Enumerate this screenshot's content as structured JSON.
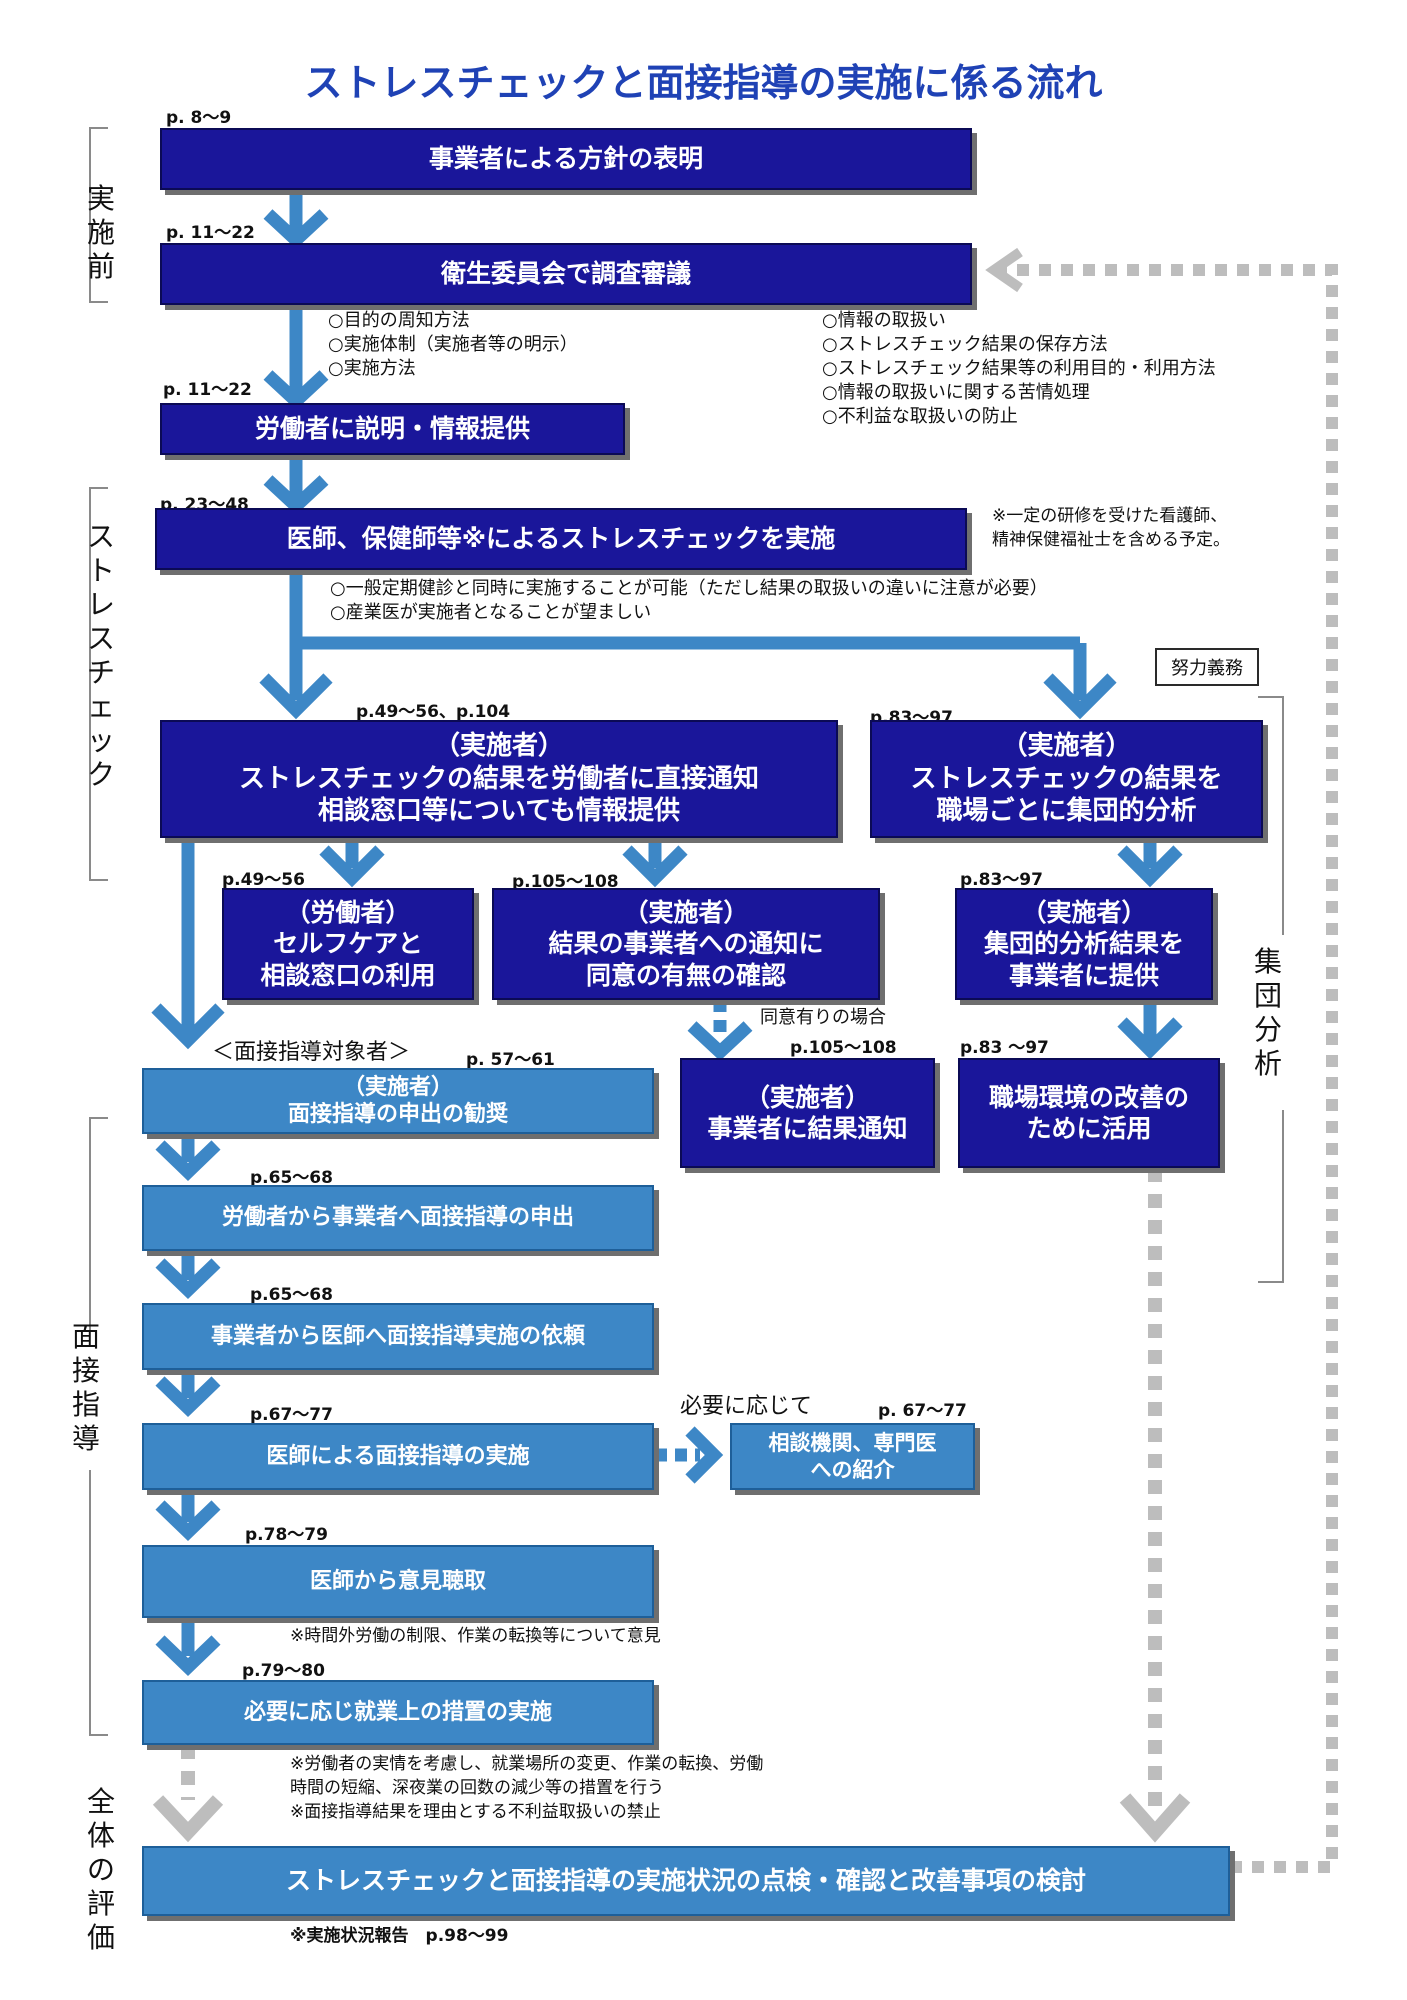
{
  "title": "ストレスチェックと面接指導の実施に係る流れ",
  "phases": {
    "pre": [
      "実",
      "施",
      "前"
    ],
    "stress_check": [
      "ス",
      "ト",
      "レ",
      "ス",
      "チ",
      "ェ",
      "ッ",
      "ク"
    ],
    "interview": [
      "面",
      "接",
      "指",
      "導"
    ],
    "evaluation": [
      "全",
      "体",
      "の",
      "評",
      "価"
    ],
    "group": [
      "集",
      "団",
      "分",
      "析"
    ]
  },
  "effort_tag": "努力義務",
  "refs": {
    "policy": "p. 8～9",
    "committee": "p. 11～22",
    "explain": "p. 11～22",
    "conduct": "p. 23～48",
    "notify": "p.49～56、p.104",
    "group": "p.83～97",
    "selfcare": "p.49～56",
    "consent": "p.105～108",
    "provide": "p.83～97",
    "interview_target": "p. 57～61",
    "employer_notify": "p.105～108",
    "workplace": "p.83 ～97",
    "request": "p.65～68",
    "commission": "p.65～68",
    "conduct_interview": "p.67～77",
    "referral": "p. 67～77",
    "opinion": "p.78～79",
    "measures": "p.79～80"
  },
  "boxes": {
    "policy": [
      "事業者による方針の表明"
    ],
    "committee": [
      "衛生委員会で調査審議"
    ],
    "explain": [
      "労働者に説明・情報提供"
    ],
    "conduct": [
      "医師、保健師等※によるストレスチェックを実施"
    ],
    "notify": [
      "（実施者）",
      "ストレスチェックの結果を労働者に直接通知",
      "相談窓口等についても情報提供"
    ],
    "group": [
      "（実施者）",
      "ストレスチェックの結果を",
      "職場ごとに集団的分析"
    ],
    "selfcare": [
      "（労働者）",
      "セルフケアと",
      "相談窓口の利用"
    ],
    "consent": [
      "（実施者）",
      "結果の事業者への通知に",
      "同意の有無の確認"
    ],
    "provide": [
      "（実施者）",
      "集団的分析結果を",
      "事業者に提供"
    ],
    "interview_target": [
      "（実施者）",
      "面接指導の申出の勧奨"
    ],
    "employer_notify": [
      "（実施者）",
      "事業者に結果通知"
    ],
    "workplace": [
      "職場環境の改善の",
      "ために活用"
    ],
    "request": [
      "労働者から事業者へ面接指導の申出"
    ],
    "commission": [
      "事業者から医師へ面接指導実施の依頼"
    ],
    "conduct_interview": [
      "医師による面接指導の実施"
    ],
    "referral": [
      "相談機関、専門医",
      "への紹介"
    ],
    "opinion": [
      "医師から意見聴取"
    ],
    "measures": [
      "必要に応じ就業上の措置の実施"
    ],
    "final": [
      "ストレスチェックと面接指導の実施状況の点検・確認と改善事項の検討"
    ]
  },
  "notes": {
    "committee_left": [
      "○目的の周知方法",
      "○実施体制（実施者等の明示）",
      "○実施方法"
    ],
    "committee_right": [
      "○情報の取扱い",
      "○ストレスチェック結果の保存方法",
      "○ストレスチェック結果等の利用目的・利用方法",
      "○情報の取扱いに関する苦情処理",
      "○不利益な取扱いの防止"
    ],
    "conduct_side": [
      "※一定の研修を受けた看護師、",
      "精神保健福祉士を含める予定。"
    ],
    "conduct_below": [
      "○一般定期健診と同時に実施することが可能（ただし結果の取扱いの違いに注意が必要）",
      "○産業医が実施者となることが望ましい"
    ],
    "interview_target_label": "＜面接指導対象者＞",
    "consent_case": "同意有りの場合",
    "as_needed": "必要に応じて",
    "opinion_note": "※時間外労働の制限、作業の転換等について意見",
    "measures_note": [
      "※労働者の実情を考慮し、就業場所の変更、作業の転換、労働",
      "時間の短縮、深夜業の回数の減少等の措置を行う",
      "※面接指導結果を理由とする不利益取扱いの禁止"
    ],
    "final_note": "※実施状況報告　p.98～99"
  },
  "colors": {
    "dark_box": "#1a169a",
    "light_box": "#3d87c6",
    "arrow": "#3d87c6",
    "dashed": "#bdbdbd",
    "title": "#1f42b5"
  }
}
